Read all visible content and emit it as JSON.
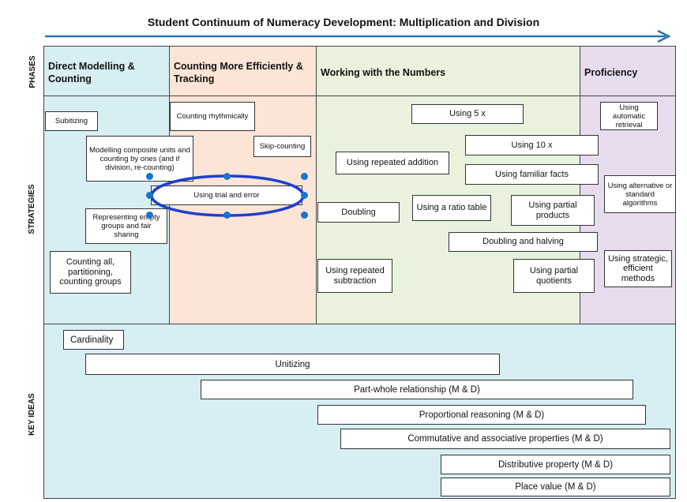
{
  "title": "Student Continuum of Numeracy Development: Multiplication and Division",
  "side_labels": {
    "phases": "PHASES",
    "strategies": "STRATEGIES",
    "key_ideas": "KEY IDEAS"
  },
  "phases": [
    {
      "title": "Direct Modelling & Counting",
      "color": "#d7eef3"
    },
    {
      "title": "Counting More Efficiently & Tracking",
      "color": "#fce4d6"
    },
    {
      "title": "Working with the Numbers",
      "color": "#e8f2dc"
    },
    {
      "title": "Proficiency",
      "color": "#e6dced"
    }
  ],
  "strategies": [
    "Subitizing",
    "Modelling composite units and counting by ones (and if division, re-counting)",
    "Representing empty groups and fair sharing",
    "Counting all, partitioning, counting groups",
    "Counting rhythmically",
    "Skip-counting",
    "Using trial and error",
    "Using 5 x",
    "Using 10 x",
    "Using repeated addition",
    "Using familiar facts",
    "Doubling",
    "Using a ratio table",
    "Using partial products",
    "Doubling and halving",
    "Using repeated subtraction",
    "Using partial quotients",
    "Using automatic retrieval",
    "Using alternative or standard algorithms",
    "Using strategic, efficient methods"
  ],
  "key_ideas": [
    "Cardinality",
    "Unitizing",
    "Part-whole relationship (M & D)",
    "Proportional reasoning (M & D)",
    "Commutative and associative properties (M & D)",
    "Distributive property (M & D)",
    "Place value (M & D)"
  ],
  "colors": {
    "arrow": "#2e74b5",
    "selection_ellipse": "#1f3fc9",
    "handles": "#1874cd"
  }
}
